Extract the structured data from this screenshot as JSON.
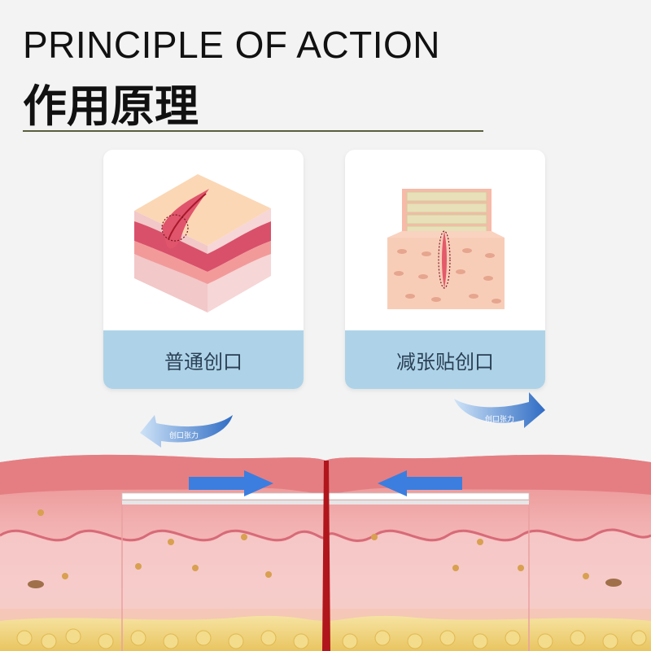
{
  "header": {
    "title_en": "PRINCIPLE OF ACTION",
    "title_cn": "作用原理"
  },
  "cards": [
    {
      "label": "普通创口"
    },
    {
      "label": "减张贴创口"
    }
  ],
  "tension_label": "创口张力",
  "colors": {
    "rule": "#5a5f3f",
    "label_bg": "#aed3e8",
    "arrow_blue": "#3b7ee0",
    "skin_top": "#e98a8a",
    "skin_mid": "#f3bcbc",
    "fat": "#f0d87a",
    "wound_red": "#b0161c"
  }
}
